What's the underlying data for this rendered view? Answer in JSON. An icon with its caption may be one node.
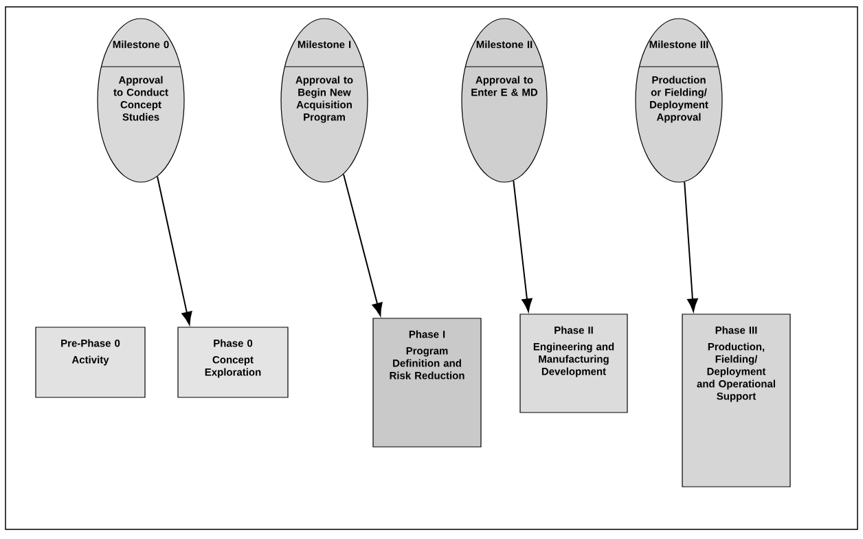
{
  "diagram": {
    "nodes": [
      {
        "text": [
          "Milestone 0",
          "Approval to Conduct Concept Studies"
        ]
      },
      {
        "text": [
          "Milestone I",
          "Approval to Begin New Acquisition Program"
        ]
      },
      {
        "text": [
          "Milestone II",
          "Approval to Enter E & MD"
        ]
      },
      {
        "text": [
          "Milestone III",
          "Production or Fielding/ Deployment Approval"
        ]
      },
      {
        "text": [
          "Pre-Phase 0",
          "Activity"
        ]
      },
      {
        "text": [
          "Phase 0",
          "Concept Exploration"
        ]
      },
      {
        "text": [
          "Phase I",
          "Program Definition and Risk Reduction"
        ]
      },
      {
        "text": [
          "Phase II",
          "Engineering and Manufacturing Development"
        ]
      },
      {
        "text": [
          "Phase III",
          "Production, Fielding/ Deployment and Operational Support"
        ]
      }
    ],
    "edges": [
      {
        "from": 0,
        "to": 5,
        "arrow": "to"
      },
      {
        "from": 1,
        "to": 6,
        "arrow": "to"
      },
      {
        "from": 2,
        "to": 7,
        "arrow": "to"
      },
      {
        "from": 3,
        "to": 8,
        "arrow": "to"
      }
    ]
  }
}
